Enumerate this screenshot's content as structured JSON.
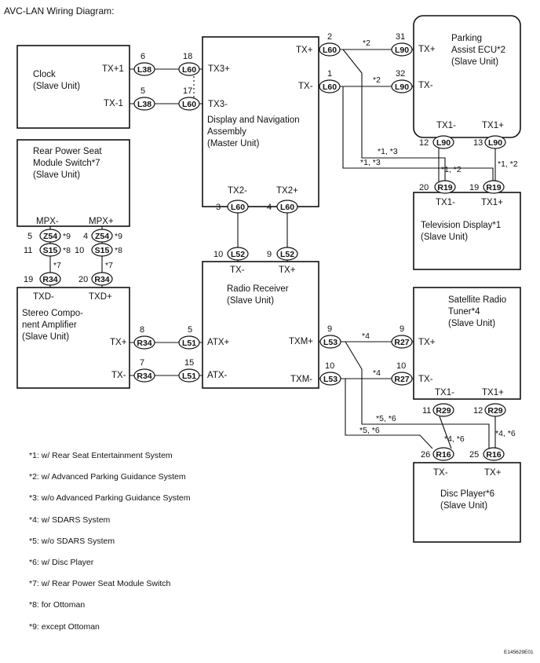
{
  "title": "AVC-LAN Wiring Diagram:",
  "figure_id": "E145629E01",
  "components": {
    "clock": [
      "Clock",
      "(Slave Unit)"
    ],
    "rear_seat": [
      "Rear Power Seat",
      "Module Switch*7",
      "(Slave Unit)"
    ],
    "stereo": [
      "Stereo Compo-",
      "nent Amplifier",
      "(Slave Unit)"
    ],
    "display": [
      "Display and Navigation",
      "Assembly",
      "(Master Unit)"
    ],
    "radio": [
      "Radio Receiver",
      "(Slave Unit)"
    ],
    "parking": [
      "Parking",
      "Assist ECU*2",
      "(Slave Unit)"
    ],
    "tv": [
      "Television Display*1",
      "(Slave Unit)"
    ],
    "sat": [
      "Satellite Radio",
      "Tuner*4",
      "(Slave Unit)"
    ],
    "disc": [
      "Disc Player*6",
      "(Slave Unit)"
    ]
  },
  "terminals": {
    "clock_tx1p": "TX+1",
    "clock_tx1m": "TX-1",
    "rs_mpxm": "MPX-",
    "rs_mpxp": "MPX+",
    "st_txdm": "TXD-",
    "st_txdp": "TXD+",
    "st_txp": "TX+",
    "st_txm": "TX-",
    "d_tx3p": "TX3+",
    "d_tx3m": "TX3-",
    "d_txp": "TX+",
    "d_txm": "TX-",
    "d_tx2m": "TX2-",
    "d_tx2p": "TX2+",
    "r_txm": "TX-",
    "r_txp": "TX+",
    "r_atxp": "ATX+",
    "r_atxm": "ATX-",
    "r_txmp": "TXM+",
    "r_txmm": "TXM-",
    "p_txp": "TX+",
    "p_txm": "TX-",
    "p_tx1m": "TX1-",
    "p_tx1p": "TX1+",
    "tv_tx1m": "TX1-",
    "tv_tx1p": "TX1+",
    "s_txp": "TX+",
    "s_txm": "TX-",
    "s_tx1m": "TX1-",
    "s_tx1p": "TX1+",
    "dp_txm": "TX-",
    "dp_txp": "TX+"
  },
  "connectors": {
    "c1": "L38",
    "c2": "L38",
    "c3": "L60",
    "c4": "L60",
    "c5": "Z54",
    "c6": "Z54",
    "c7": "S15",
    "c8": "S15",
    "c9": "R34",
    "c10": "R34",
    "c11": "R34",
    "c12": "R34",
    "c13": "L51",
    "c14": "L51",
    "c15": "L60",
    "c16": "L60",
    "c17": "L60",
    "c18": "L60",
    "c19": "L52",
    "c20": "L52",
    "c21": "L53",
    "c22": "L53",
    "c23": "L90",
    "c24": "L90",
    "c25": "L90",
    "c26": "L90",
    "c27": "R19",
    "c28": "R19",
    "c29": "R27",
    "c30": "R27",
    "c31": "R29",
    "c32": "R29",
    "c33": "R16",
    "c34": "R16"
  },
  "pins": {
    "p1": "6",
    "p2": "5",
    "p3": "18",
    "p4": "17",
    "p5": "5",
    "p6": "4",
    "p7": "11",
    "p8": "10",
    "p9": "19",
    "p10": "20",
    "p11": "8",
    "p12": "7",
    "p13": "5",
    "p14": "15",
    "p15": "2",
    "p16": "1",
    "p17": "3",
    "p18": "4",
    "p19": "10",
    "p20": "9",
    "p21": "9",
    "p22": "10",
    "p23": "31",
    "p24": "32",
    "p25": "12",
    "p26": "13",
    "p27": "20",
    "p28": "19",
    "p29": "9",
    "p30": "10",
    "p31": "11",
    "p32": "12",
    "p33": "26",
    "p34": "25"
  },
  "marks": {
    "m1": "*9",
    "m2": "*9",
    "m3": "*8",
    "m4": "*8",
    "m5": "*7",
    "m6": "*7",
    "m7": "*2",
    "m8": "*2",
    "m9": "*1, *3",
    "m10": "*1, *3",
    "m11": "*1, *2",
    "m12": "*1, *2",
    "m13": "*4",
    "m14": "*4",
    "m15": "*5, *6",
    "m16": "*5, *6",
    "m17": "*4, *6",
    "m18": "*4, *6"
  },
  "notes": [
    "*1: w/ Rear Seat Entertainment System",
    "*2: w/ Advanced Parking Guidance System",
    "*3: w/o Advanced Parking Guidance System",
    "*4: w/ SDARS System",
    "*5: w/o SDARS System",
    "*6: w/ Disc Player",
    "*7: w/ Rear Power Seat Module Switch",
    "*8: for Ottoman",
    "*9: except Ottoman"
  ]
}
